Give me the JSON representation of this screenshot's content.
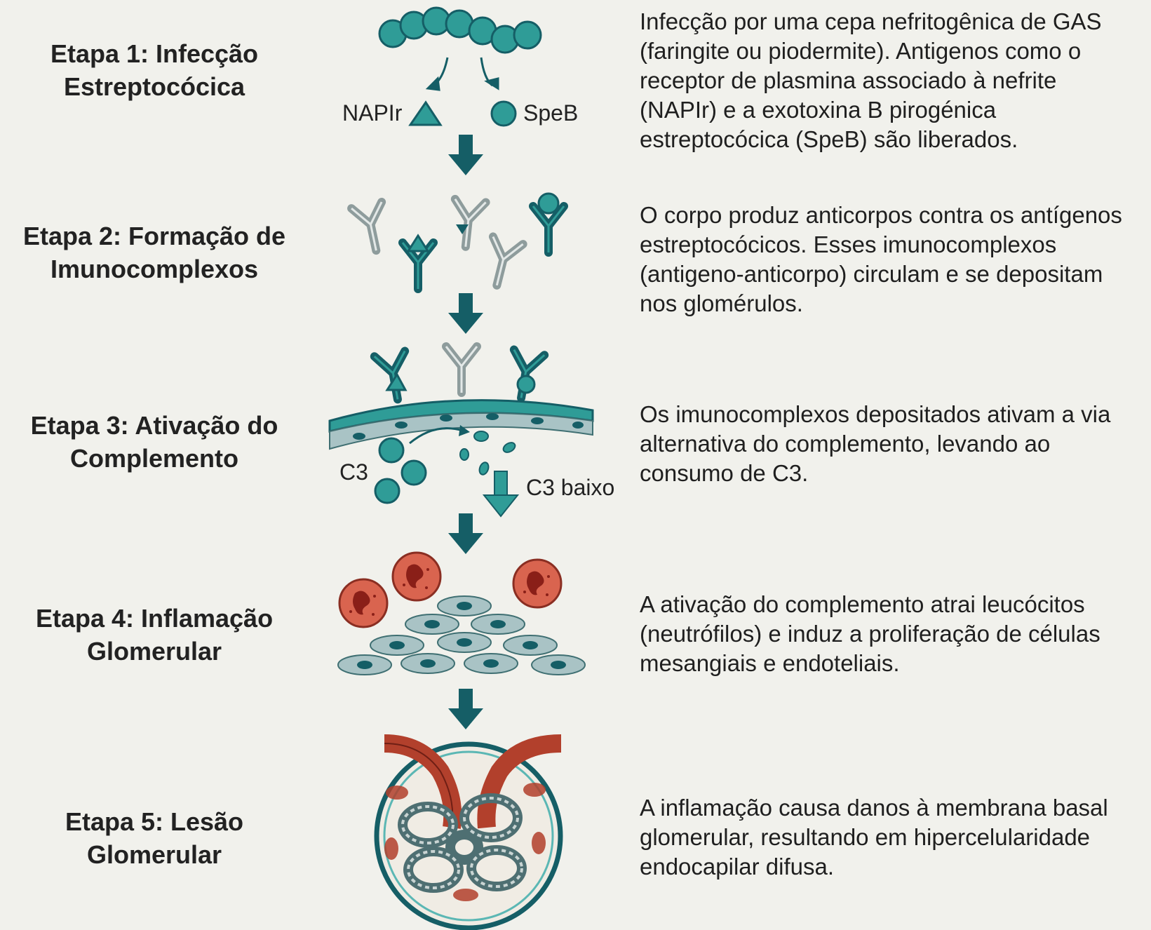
{
  "steps": [
    {
      "title": [
        "Etapa 1: Infecção",
        "Estreptocócica"
      ],
      "description": [
        "Infecção por uma cepa nefritogênica de GAS",
        "(faringite ou piodermite). Antigenos como o",
        "receptor de plasmina associado à nefrite",
        "(NAPIr) e a exotoxina B pirogénica",
        "estreptocócica (SpeB) são liberados."
      ]
    },
    {
      "title": [
        "Etapa 2: Formação de",
        "Imunocomplexos"
      ],
      "description": [
        "O corpo produz anticorpos contra os antígenos",
        "estreptocócicos. Esses imunocomplexos",
        "(antigeno-anticorpo) circulam e se depositam",
        "nos glomérulos."
      ]
    },
    {
      "title": [
        "Etapa 3: Ativação do",
        "Complemento"
      ],
      "description": [
        "Os imunocomplexos depositados ativam a via",
        "alternativa do complemento, levando ao",
        "consumo de C3."
      ]
    },
    {
      "title": [
        "Etapa 4: Inflamação",
        "Glomerular"
      ],
      "description": [
        "A ativação do complemento atrai leucócitos",
        "(neutrófilos) e induz a proliferação de células",
        "mesangiais e endoteliais."
      ]
    },
    {
      "title": [
        "Etapa 5: Lesão",
        "Glomerular"
      ],
      "description": [
        "A inflamação causa danos à membrana basal",
        "glomerular, resultando em hipercelularidade",
        "endocapilar difusa."
      ]
    }
  ],
  "labels": {
    "napir": "NAPIr",
    "speb": "SpeB",
    "c3": "C3",
    "c3_low": "C3 baixo"
  },
  "colors": {
    "teal": "#2f9c97",
    "dark_teal": "#155e66",
    "light_teal": "#5bb7b4",
    "grey_cell": "#a9c3c5",
    "red_cell": "#d9644f",
    "vessel_red": "#b2402c",
    "background": "#f1f1ec"
  }
}
